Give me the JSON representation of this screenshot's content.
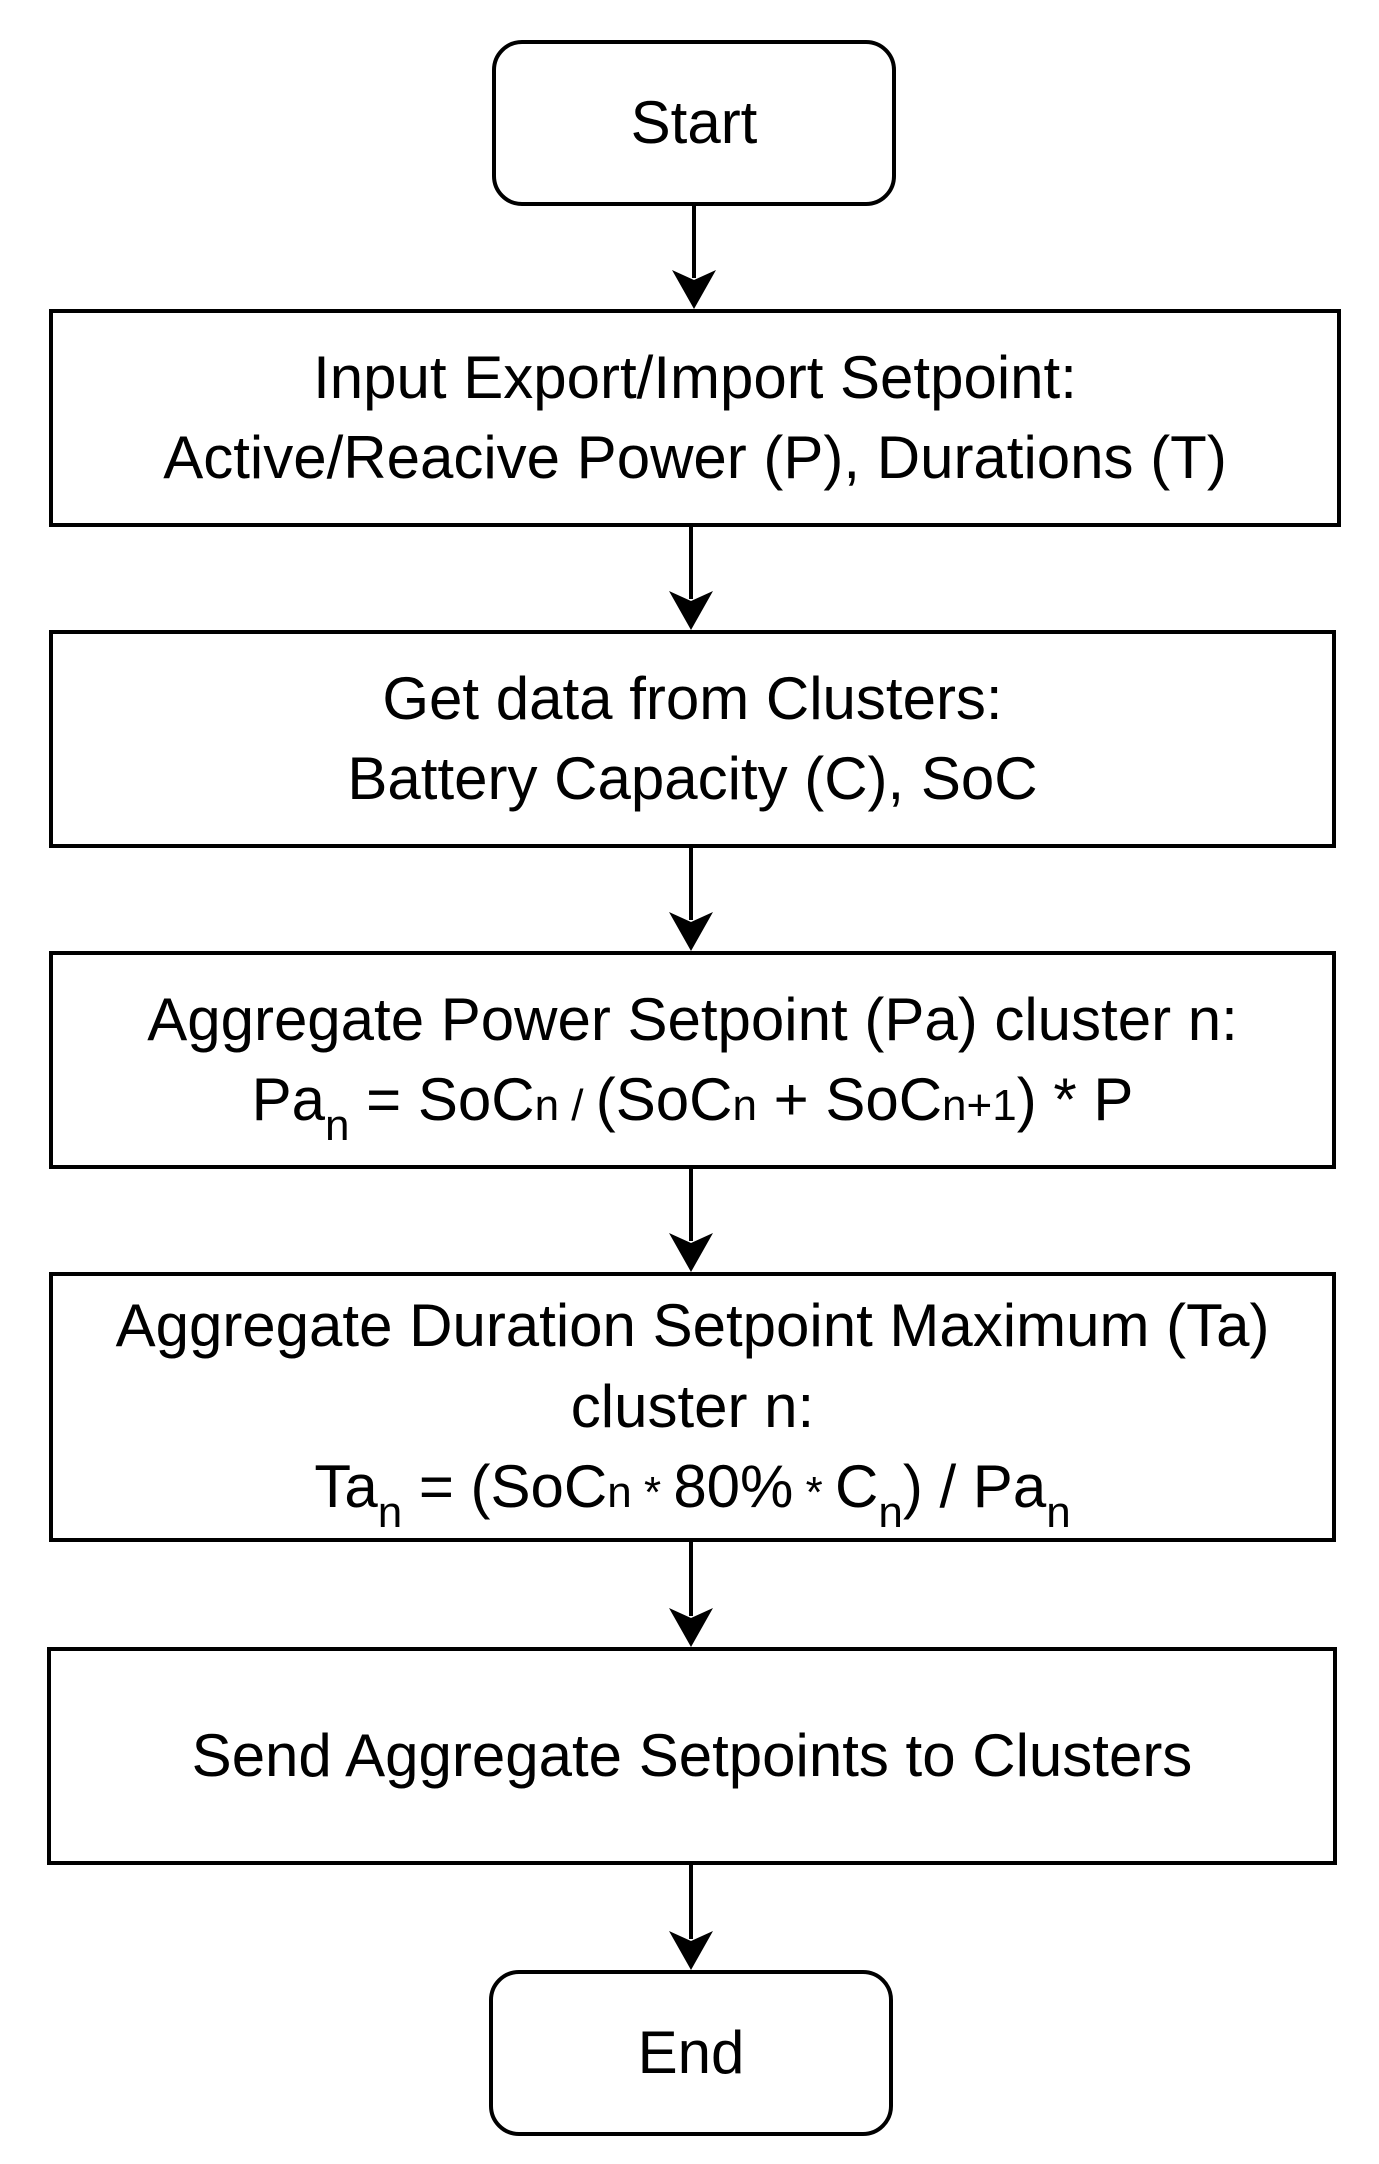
{
  "flowchart": {
    "start": {
      "label": "Start"
    },
    "input": {
      "line1": "Input Export/Import Setpoint:",
      "line2": "Active/Reacive Power (P), Durations (T)"
    },
    "getdata": {
      "line1": "Get data from Clusters:",
      "line2": "Battery Capacity (C), SoC"
    },
    "power": {
      "line1": "Aggregate Power Setpoint (Pa) cluster n:",
      "formula": {
        "pa": "Pa",
        "pa_sub": "n",
        "eq": " = SoC",
        "soc_n_1": "n",
        "div": " / ",
        "paren_open": "(SoC",
        "soc_n_2": "n",
        "plus": " + SoC",
        "soc_n1": "n+1",
        "tail": ") * P"
      }
    },
    "duration": {
      "line1": "Aggregate Duration Setpoint Maximum (Ta)",
      "line2": "cluster n:",
      "formula": {
        "ta": "Ta",
        "ta_sub": "n",
        "eq": " = (SoC",
        "soc_n": "n",
        "star1": " * ",
        "pct": "80%",
        "star2": " * ",
        "c": "C",
        "c_sub": "n",
        "mid": ") / Pa",
        "pa_sub": "n"
      }
    },
    "send": {
      "label": "Send Aggregate Setpoints to Clusters"
    },
    "end": {
      "label": "End"
    }
  }
}
